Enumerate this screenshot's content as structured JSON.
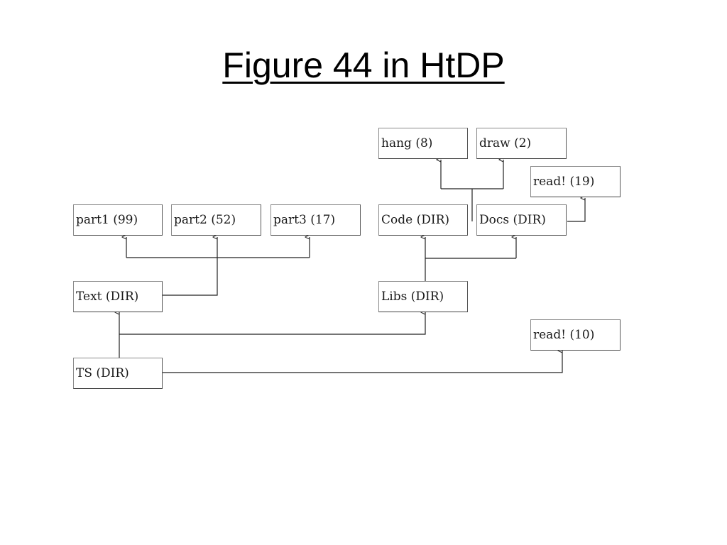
{
  "slide": {
    "title": "Figure 44 in HtDP"
  },
  "diagram": {
    "nodes": {
      "hang": "hang (8)",
      "draw": "draw (2)",
      "read19": "read! (19)",
      "part1": "part1 (99)",
      "part2": "part2 (52)",
      "part3": "part3 (17)",
      "code": "Code (DIR)",
      "docs": "Docs (DIR)",
      "text": "Text (DIR)",
      "libs": "Libs (DIR)",
      "read10": "read! (10)",
      "ts": "TS (DIR)"
    },
    "edges": [
      [
        "text",
        "part1"
      ],
      [
        "text",
        "part2"
      ],
      [
        "text",
        "part3"
      ],
      [
        "code",
        "hang"
      ],
      [
        "code",
        "draw"
      ],
      [
        "docs",
        "read19"
      ],
      [
        "libs",
        "code"
      ],
      [
        "libs",
        "docs"
      ],
      [
        "ts",
        "text"
      ],
      [
        "ts",
        "libs"
      ],
      [
        "ts",
        "read10"
      ]
    ]
  }
}
